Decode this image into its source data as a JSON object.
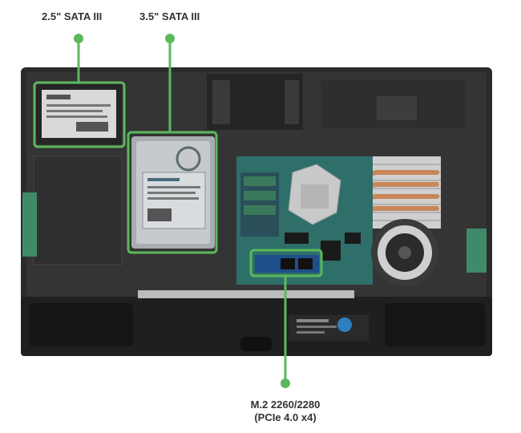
{
  "callouts": {
    "sata25": {
      "text": "2.5\" SATA III"
    },
    "sata35": {
      "text": "3.5\" SATA III"
    },
    "m2_line1": {
      "text": "M.2 2260/2280"
    },
    "m2_line2": {
      "text": "(PCIe 4.0 x4)"
    }
  },
  "colors": {
    "callout_green": "#5cb85c",
    "chassis": "#2b2b2b",
    "chassis_dark": "#1c1c1c",
    "heatsink_copper": "#c8875a",
    "fin_silver": "#cfcfcf",
    "pcb": "#2e6f6a",
    "drive_silver": "#bfc3c6",
    "label_text": "#333333"
  },
  "icons": [
    "hard-drive-icon",
    "ssd-icon",
    "fan-icon",
    "heatsink-icon",
    "motherboard-icon",
    "ram-icon",
    "m2-ssd-icon",
    "speaker-icon"
  ]
}
